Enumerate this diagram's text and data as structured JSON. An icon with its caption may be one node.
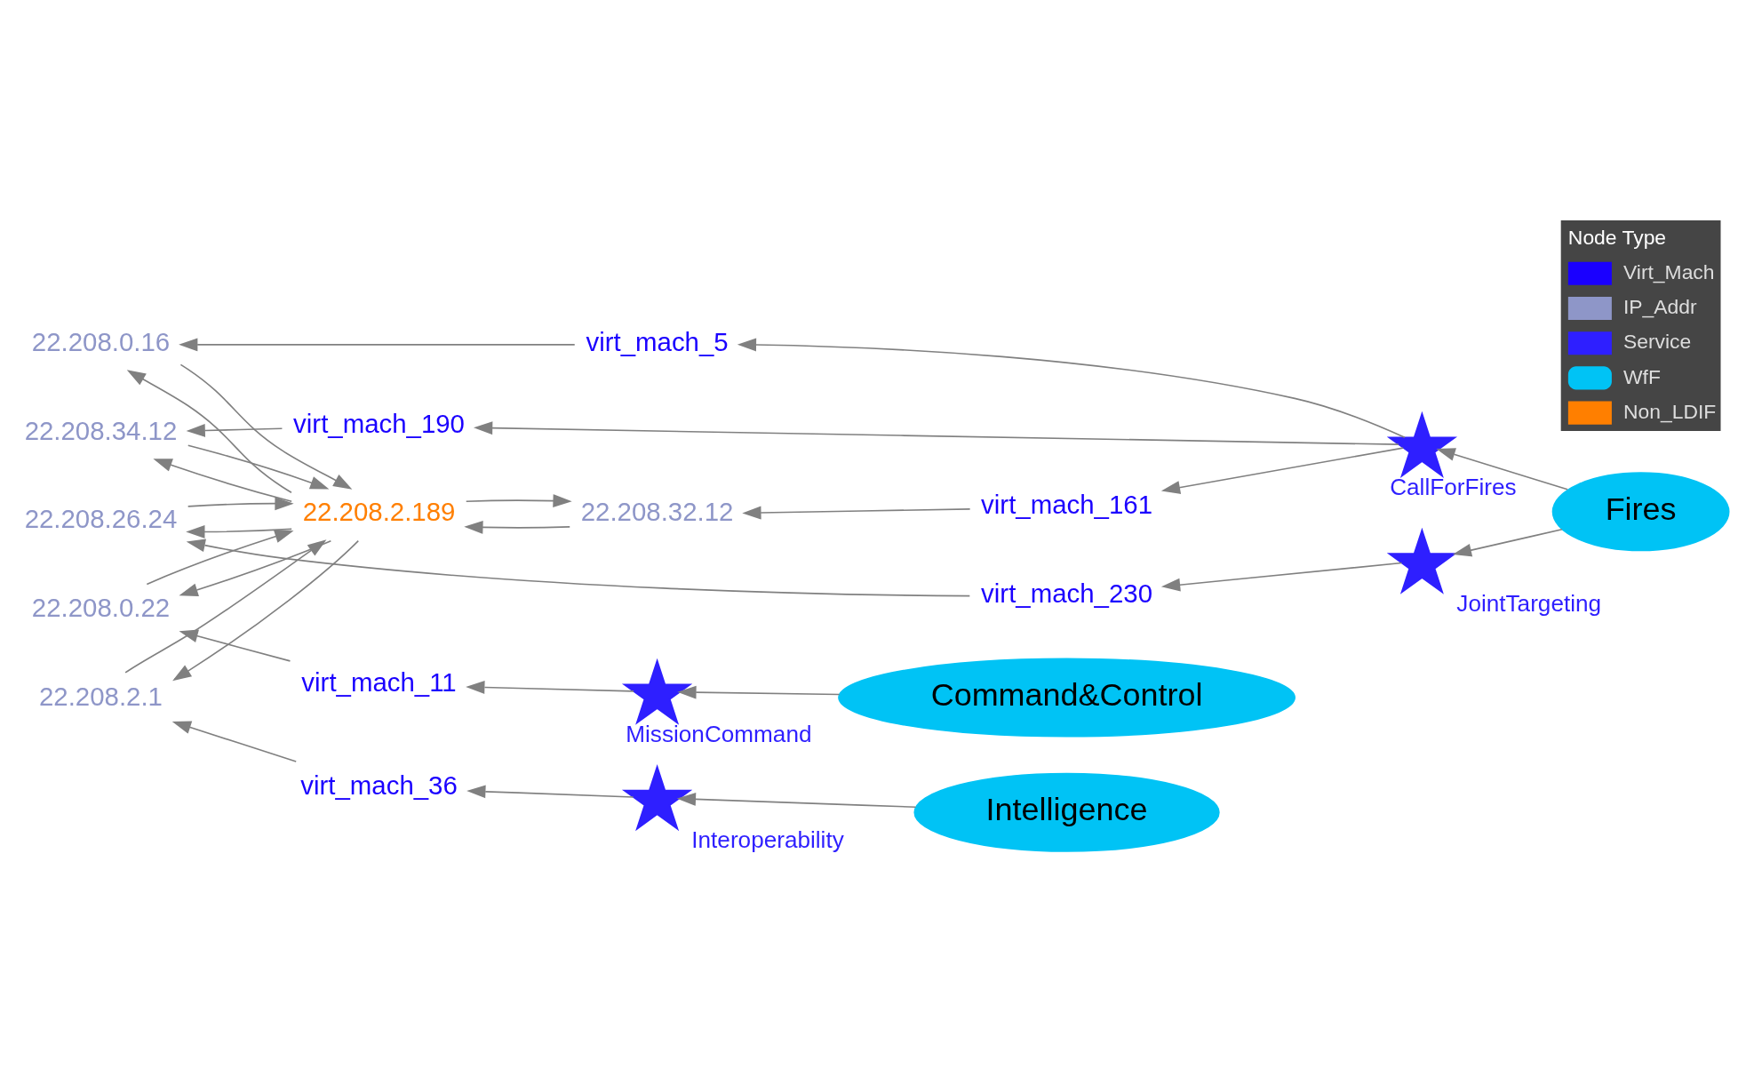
{
  "diagram": {
    "nodes": [
      {
        "text": [
          "22.208.32.12"
        ]
      },
      {
        "text": [
          "virt_mach_161"
        ]
      },
      {
        "text": [
          "22.208.0.16"
        ]
      },
      {
        "text": [
          "virt_mach_5"
        ]
      },
      {
        "text": [],
        "shape": "star",
        "beside": [
          "CallForFires"
        ]
      },
      {
        "text": [
          "22.208.2.189"
        ]
      },
      {
        "text": [
          "22.208.34.12"
        ]
      },
      {
        "text": [
          "virt_mach_190"
        ]
      },
      {
        "text": [
          "Fires"
        ]
      },
      {
        "text": [
          "22.208.26.24"
        ]
      },
      {
        "text": [
          "virt_mach_230"
        ]
      },
      {
        "text": [],
        "shape": "star",
        "beside": [
          "JointTargeting"
        ]
      },
      {
        "text": [
          "22.208.0.22"
        ]
      },
      {
        "text": [
          "virt_mach_11"
        ]
      },
      {
        "text": [],
        "shape": "star",
        "beside": [
          "MissionCommand"
        ]
      },
      {
        "text": [
          "Command&Control"
        ]
      },
      {
        "text": [
          "22.208.2.1"
        ]
      },
      {
        "text": [
          "virt_mach_36"
        ]
      },
      {
        "text": [],
        "shape": "star",
        "beside": [
          "Interoperability"
        ]
      },
      {
        "text": [
          "Intelligence"
        ]
      }
    ],
    "edges": [
      {
        "from": 8,
        "to": 4,
        "arrow": "to"
      },
      {
        "from": 8,
        "to": 11,
        "arrow": "to"
      },
      {
        "from": 4,
        "to": 1,
        "arrow": "to"
      },
      {
        "from": 4,
        "to": 3,
        "arrow": "to"
      },
      {
        "from": 4,
        "to": 7,
        "arrow": "to"
      },
      {
        "from": 11,
        "to": 10,
        "arrow": "to"
      },
      {
        "from": 15,
        "to": 14,
        "arrow": "to"
      },
      {
        "from": 14,
        "to": 13,
        "arrow": "to"
      },
      {
        "from": 19,
        "to": 18,
        "arrow": "to"
      },
      {
        "from": 18,
        "to": 17,
        "arrow": "to"
      },
      {
        "from": 1,
        "to": 0,
        "arrow": "to"
      },
      {
        "from": 3,
        "to": 2,
        "arrow": "to"
      },
      {
        "from": 7,
        "to": 6,
        "arrow": "to"
      },
      {
        "from": 10,
        "to": 9,
        "arrow": "to"
      },
      {
        "from": 13,
        "to": 12,
        "arrow": "to"
      },
      {
        "from": 17,
        "to": 16,
        "arrow": "to"
      },
      {
        "from": 5,
        "to": 0,
        "arrow": "to"
      },
      {
        "from": 0,
        "to": 5,
        "arrow": "to"
      },
      {
        "from": 5,
        "to": 2,
        "arrow": "to"
      },
      {
        "from": 2,
        "to": 5,
        "arrow": "to"
      },
      {
        "from": 5,
        "to": 6,
        "arrow": "to"
      },
      {
        "from": 6,
        "to": 5,
        "arrow": "to"
      },
      {
        "from": 5,
        "to": 9,
        "arrow": "to"
      },
      {
        "from": 9,
        "to": 5,
        "arrow": "to"
      },
      {
        "from": 5,
        "to": 12,
        "arrow": "to"
      },
      {
        "from": 12,
        "to": 5,
        "arrow": "to"
      },
      {
        "from": 5,
        "to": 16,
        "arrow": "to"
      },
      {
        "from": 16,
        "to": 5,
        "arrow": "to"
      }
    ],
    "labels": [
      "Node Type"
    ],
    "legend": [
      {
        "text": "Virt_Mach",
        "color": "#1a00ff"
      },
      {
        "text": "IP_Addr",
        "color": "#8e96c8"
      },
      {
        "text": "Service"
      },
      {
        "text": "WfF"
      },
      {
        "text": "Non_LDIF",
        "color": "#ff7f00"
      }
    ]
  }
}
